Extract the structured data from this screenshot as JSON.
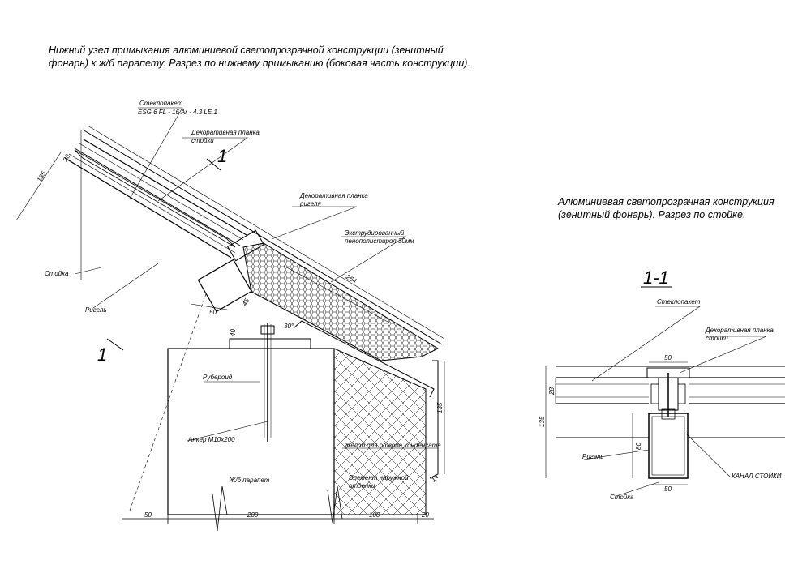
{
  "left_title": {
    "line1": "Нижний узел примыкания алюминиевой светопрозрачной конструкции (зенитный",
    "line2": "фонарь) к ж/б парапету. Разрез по нижнему примыканию (боковая часть конструкции)."
  },
  "right_title": {
    "line1": "Алюминиевая светопрозрачная конструкция",
    "line2": "(зенитный фонарь). Разрез по стойке."
  },
  "section_mark": "1",
  "section_title": "1-1",
  "left_labels": {
    "glass_unit": "Стеклопакет",
    "glass_spec": "ESG 6 FL -  16 Ar -  4.3 LE.1",
    "dec_strip_post_1": "Декоративная планка",
    "dec_strip_post_2": "стойки",
    "dec_strip_rail_1": "Декоративная планка",
    "dec_strip_rail_2": "ригеля",
    "xps_1": "Экструдированный",
    "xps_2": "пенополистирол 30мм",
    "post": "Стойка",
    "rail": "Ригель",
    "roofing": "Рубероид",
    "anchor": "Анкер М10х200",
    "parapet": "Ж/б парапет",
    "gutter": "Желоб для отвода конденсата",
    "cladding_1": "Элемент наружной",
    "cladding_2": "отделки"
  },
  "left_dims": {
    "d135_a": "135",
    "d28": "28",
    "d50": "50",
    "d45": "45",
    "d264": "264",
    "d40": "40",
    "d30deg": "30°",
    "d135_b": "135",
    "d14": "14",
    "b50": "50",
    "b200": "200",
    "b100": "100",
    "b20": "20"
  },
  "right_labels": {
    "glass_unit": "Стеклопакет",
    "dec_strip_1": "Декоративная планка",
    "dec_strip_2": "стойки",
    "rail": "Ригель",
    "channel": "КАНАЛ СТОЙКИ",
    "post": "Стойка"
  },
  "right_dims": {
    "top50": "50",
    "d28": "28",
    "d135": "135",
    "d80": "80",
    "bot50": "50"
  }
}
